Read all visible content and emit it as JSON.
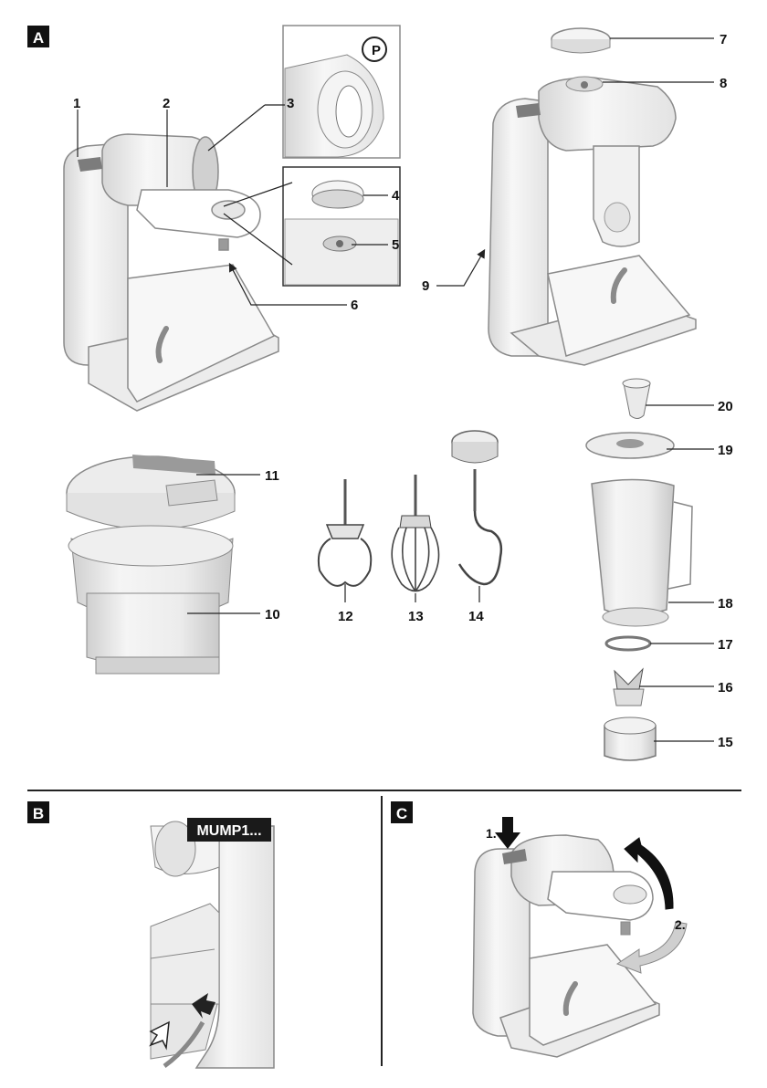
{
  "sections": {
    "a": {
      "letter": "A"
    },
    "b": {
      "letter": "B",
      "model_label": "MUMP1..."
    },
    "c": {
      "letter": "C",
      "step1": "1.",
      "step2": "2."
    }
  },
  "callouts": [
    "1",
    "2",
    "3",
    "4",
    "5",
    "6",
    "7",
    "8",
    "9",
    "10",
    "11",
    "12",
    "13",
    "14",
    "15",
    "16",
    "17",
    "18",
    "19",
    "20"
  ]
}
